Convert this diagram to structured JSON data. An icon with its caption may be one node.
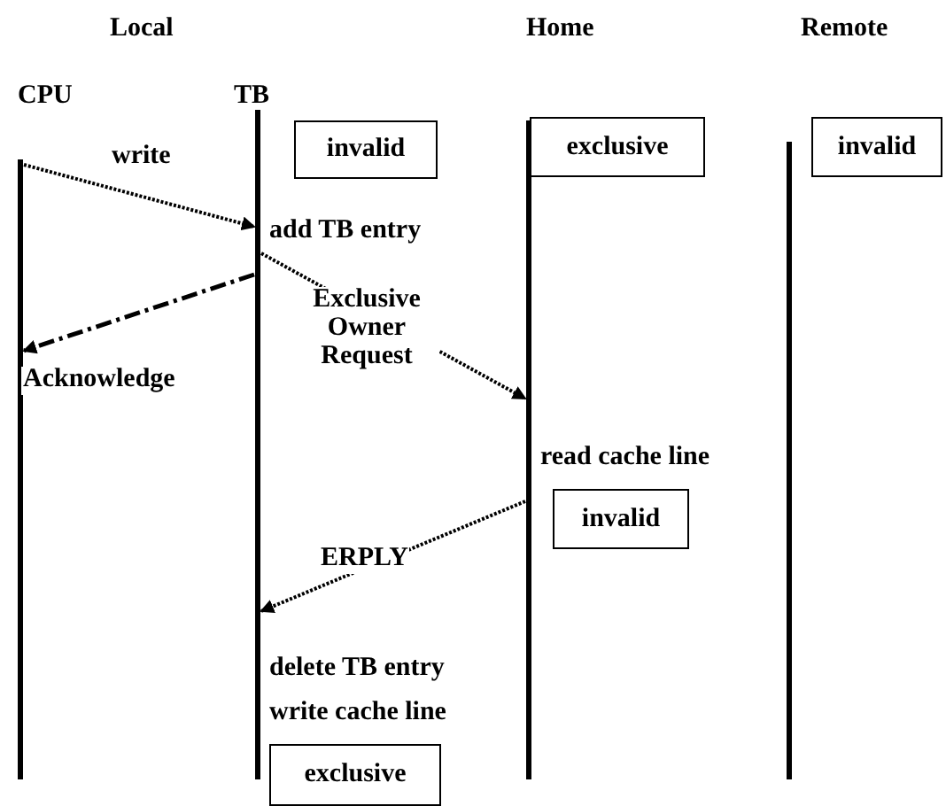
{
  "diagram": {
    "nodes": [
      {
        "text": [],
        "shape": "bar"
      },
      {
        "text": [],
        "shape": "bar"
      },
      {
        "text": [
          "invalid"
        ]
      },
      {
        "text": [],
        "shape": "bar"
      },
      {
        "text": [
          "exclusive"
        ]
      },
      {
        "text": [],
        "shape": "bar"
      },
      {
        "text": [
          "invalid"
        ]
      },
      {
        "text": [
          "invalid"
        ]
      },
      {
        "text": [
          "exclusive"
        ]
      }
    ],
    "edges": [
      {
        "from": 0,
        "to": 1,
        "arrow": "to",
        "label": "write"
      },
      {
        "from": 1,
        "to": 0,
        "arrow": "to",
        "label": "Acknowledge",
        "style": "dashed"
      },
      {
        "from": 1,
        "to": 3,
        "arrow": "to",
        "label": "Exclusive Owner Request"
      },
      {
        "from": 3,
        "to": 1,
        "arrow": "to",
        "label": "ERPLY"
      }
    ],
    "labels": [
      "Local",
      "Home",
      "Remote",
      "CPU",
      "TB",
      "add TB entry",
      "read cache line",
      "delete TB entry",
      "write cache line"
    ]
  }
}
